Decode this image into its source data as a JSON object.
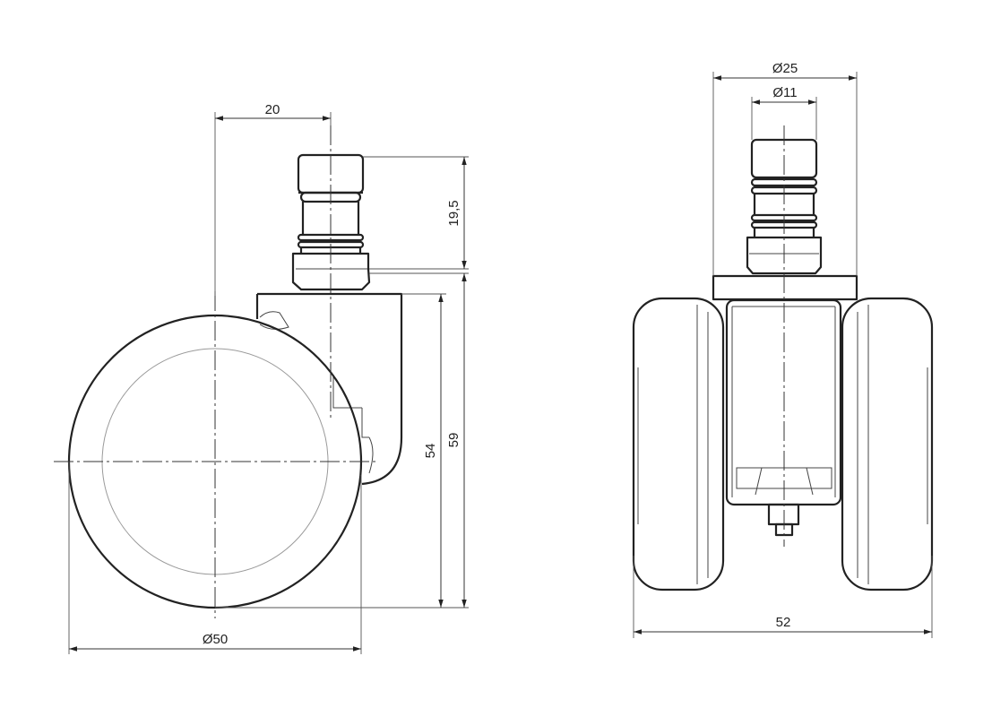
{
  "side_view": {
    "dimensions": {
      "offset_width": "20",
      "stem_height": "19,5",
      "wheel_height": "54",
      "overall_height": "59",
      "wheel_diameter": "Ø50"
    }
  },
  "front_view": {
    "dimensions": {
      "stem_outer_diameter": "Ø25",
      "stem_inner_diameter": "Ø11",
      "overall_width": "52"
    }
  },
  "colors": {
    "outline": "#222222",
    "dimension_line": "#333333",
    "hub_ring": "#9a9a9a",
    "background": "#ffffff"
  }
}
